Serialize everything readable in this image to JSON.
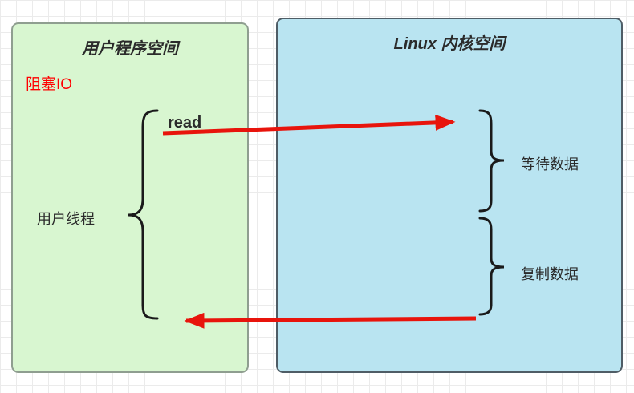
{
  "diagram": {
    "user_space": {
      "title": "用户程序空间",
      "blocking_label": "阻塞IO",
      "read_label": "read",
      "thread_label": "用户线程"
    },
    "kernel_space": {
      "title": "Linux 内核空间",
      "wait_label": "等待数据",
      "copy_label": "复制数据"
    },
    "colors": {
      "user_box_bg": "#d8f6d0",
      "user_box_border": "#8f9e90",
      "kernel_box_bg": "#b9e4f1",
      "kernel_box_border": "#4f5d66",
      "arrow": "#e8140c",
      "blocking_text": "#ff0000",
      "brace": "#1a1a1a"
    }
  }
}
